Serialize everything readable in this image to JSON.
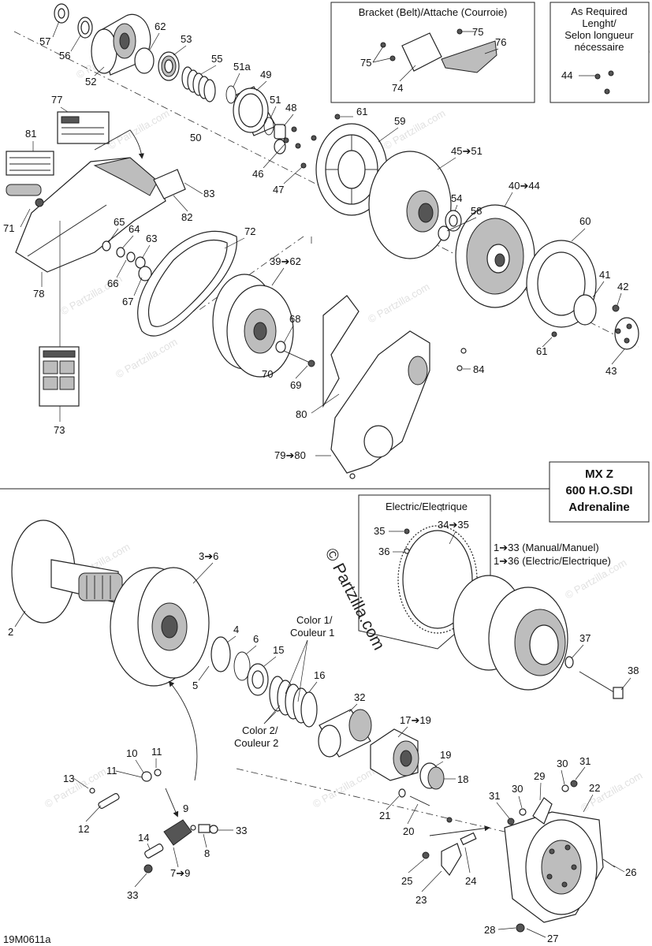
{
  "diagram": {
    "code": "19M0611a",
    "model_box": [
      "MX Z",
      "600 H.O.SDI",
      "Adrenaline"
    ],
    "watermark_big": "© Partzilla.com",
    "watermark_small": "© Partzilla.com",
    "boxes": {
      "bracket_title": "Bracket (Belt)/Attache (Courroie)",
      "as_required": [
        "As Required",
        "Lenght/",
        "Selon longueur",
        "nécessaire"
      ],
      "electric_title": "Electric/Electrique",
      "color1": [
        "Color 1/",
        "Couleur 1"
      ],
      "color2": [
        "Color 2/",
        "Couleur 2"
      ],
      "manual_range": "1➔33 (Manual/Manuel)",
      "electric_range": "1➔36 (Electric/Electrique)"
    },
    "callouts": {
      "c57": "57",
      "c56": "56",
      "c52": "52",
      "c62top": "62",
      "c53": "53",
      "c55": "55",
      "c51a": "51a",
      "c49": "49",
      "c50": "50",
      "c51": "51",
      "c48": "48",
      "c46": "46",
      "c47": "47",
      "c75a": "75",
      "c76": "76",
      "c75b": "75",
      "c74": "74",
      "c44": "44",
      "c77": "77",
      "c81": "81",
      "c83": "83",
      "c82": "82",
      "c71": "71",
      "c65": "65",
      "c64": "64",
      "c63": "63",
      "c66": "66",
      "c67": "67",
      "c78": "78",
      "c73": "73",
      "c72": "72",
      "c61a": "61",
      "c59": "59",
      "c45": "45➔51",
      "c54": "54",
      "c58": "58",
      "c40": "40➔44",
      "c60": "60",
      "c41": "41",
      "c42": "42",
      "c61b": "61",
      "c43": "43",
      "c39": "39➔62",
      "c68": "68",
      "c70": "70",
      "c69": "69",
      "c80": "80",
      "c84": "84",
      "c79": "79➔80",
      "c35": "35",
      "c3435": "34➔35",
      "c36": "36",
      "c2": "2",
      "c36b": "3➔6",
      "c4": "4",
      "c6": "6",
      "c15": "15",
      "c5": "5",
      "c16": "16",
      "c32": "32",
      "c1719": "17➔19",
      "c19": "19",
      "c18": "18",
      "c21": "21",
      "c20": "20",
      "c37": "37",
      "c38": "38",
      "c10": "10",
      "c11a": "11",
      "c13": "13",
      "c11b": "11",
      "c12": "12",
      "c9": "9",
      "c33a": "33",
      "c14": "14",
      "c8": "8",
      "c79b": "7➔9",
      "c33b": "33",
      "c31a": "31",
      "c30a": "30",
      "c29": "29",
      "c22": "22",
      "c31b": "31",
      "c30b": "30",
      "c25": "25",
      "c24": "24",
      "c23": "23",
      "c26": "26",
      "c28": "28",
      "c27": "27"
    }
  }
}
